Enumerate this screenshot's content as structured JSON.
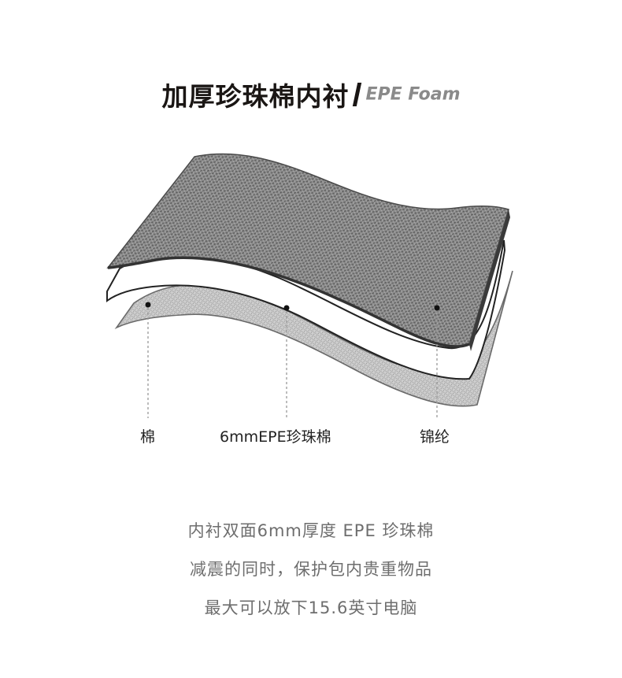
{
  "title": {
    "main": "加厚珍珠棉内衬",
    "subtitle": "EPE Foam"
  },
  "layers": {
    "labels": [
      "棉",
      "6mmEPE珍珠棉",
      "锦纶"
    ]
  },
  "description": {
    "lines": [
      "内衬双面6mm厚度 EPE 珍珠棉",
      "减震的同时，保护包内贵重物品",
      "最大可以放下15.6英寸电脑"
    ]
  }
}
